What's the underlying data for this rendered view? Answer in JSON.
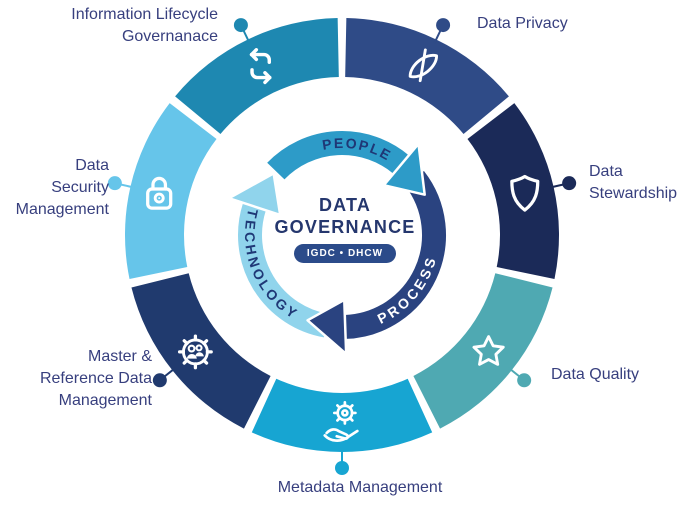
{
  "diagram": {
    "center": {
      "title_line1": "DATA",
      "title_line2": "GOVERNANCE",
      "badge": "IGDC • DHCW",
      "title_color": "#25376E",
      "badge_bg": "#2B4B8A",
      "badge_text_color": "#FFFFFF"
    },
    "cycle": [
      {
        "label": "PEOPLE",
        "band_color": "#2D9BC8",
        "label_color": "#1F3876"
      },
      {
        "label": "PROCESS",
        "band_color": "#2A4380",
        "label_color": "#FFFFFF"
      },
      {
        "label": "TECHNOLOGY",
        "band_color": "#90D4EC",
        "label_color": "#1F3876"
      }
    ],
    "segments": [
      {
        "id": "data-privacy",
        "label": "Data Privacy",
        "color": "#2F4B87",
        "icon": "eye-slash-icon"
      },
      {
        "id": "data-stewardship",
        "label": "Data\nStewardship",
        "color": "#1B2A58",
        "icon": "shield-icon"
      },
      {
        "id": "data-quality",
        "label": "Data Quality",
        "color": "#4FA9B2",
        "icon": "star-icon"
      },
      {
        "id": "metadata-management",
        "label": "Metadata Management",
        "color": "#17A5D2",
        "icon": "gear-hand-icon"
      },
      {
        "id": "master-reference-data-management",
        "label": "Master &\nReference Data\nManagement",
        "color": "#203A6E",
        "icon": "gear-people-icon"
      },
      {
        "id": "data-security-management",
        "label": "Data\nSecurity\nManagement",
        "color": "#66C5EA",
        "icon": "lock-icon"
      },
      {
        "id": "information-lifecycle-governance",
        "label": "Information Lifecycle\nGovernanace",
        "color": "#1E88B1",
        "icon": "sync-icon"
      }
    ],
    "label_text_color": "#373F7E",
    "background": "#FFFFFF"
  }
}
